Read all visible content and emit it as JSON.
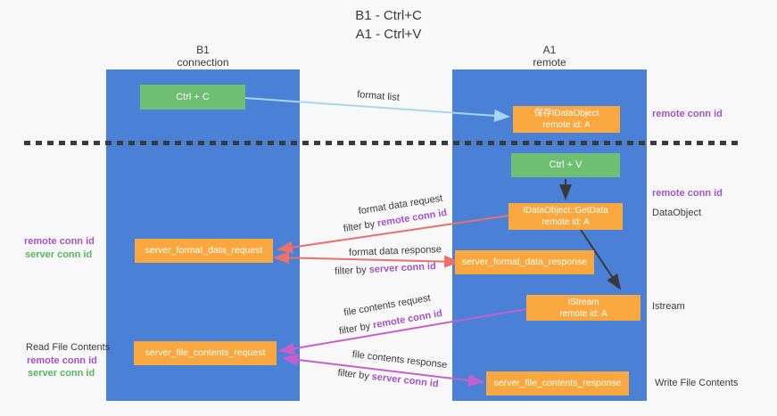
{
  "title": {
    "line1": "B1 - Ctrl+C",
    "line2": "A1 - Ctrl+V"
  },
  "columns": {
    "left": {
      "name": "B1",
      "role": "connection"
    },
    "right": {
      "name": "A1",
      "role": "remote"
    }
  },
  "boxes": {
    "ctrl_c": "Ctrl + C",
    "ctrl_v": "Ctrl + V",
    "save_idataobject": {
      "line1": "保存IDataObject",
      "line2": "remote id: A"
    },
    "getdata": {
      "line1": "IDataObject::GetData",
      "line2": "remote id: A"
    },
    "istream": {
      "line1": "IStream",
      "line2": "remote id: A"
    },
    "server_format_data_request": "server_format_data_request",
    "server_format_data_response": "server_format_data_response",
    "server_file_contents_request": "server_file_contents_request",
    "server_file_contents_response": "server_file_contents_response"
  },
  "flow_labels": {
    "format_list": "format list",
    "format_data_request": "format data request",
    "format_data_response": "format data response",
    "file_contents_request": "file contents request",
    "file_contents_response": "file contents response",
    "filter_by": "filter by",
    "remote_conn_id": "remote conn id",
    "server_conn_id": "server conn id"
  },
  "side_labels": {
    "remote_conn_id": "remote conn id",
    "server_conn_id": "server conn id",
    "dataobject": "DataObject",
    "istream": "Istream",
    "read_file_contents": "Read File Contents",
    "write_file_contents": "Write File Contents"
  },
  "colors": {
    "column_blue": "#4a80d6",
    "box_green": "#6fbf72",
    "box_orange": "#f8a83e",
    "arrow_light_blue": "#a9d5f5",
    "arrow_salmon": "#e8716b",
    "arrow_magenta": "#c75ecd",
    "text_purple": "#a651c9",
    "text_green": "#57b75e",
    "arrow_black": "#3a3a3a",
    "text_dark": "#3a3a3a",
    "page_bg": "#f8f8f8"
  }
}
